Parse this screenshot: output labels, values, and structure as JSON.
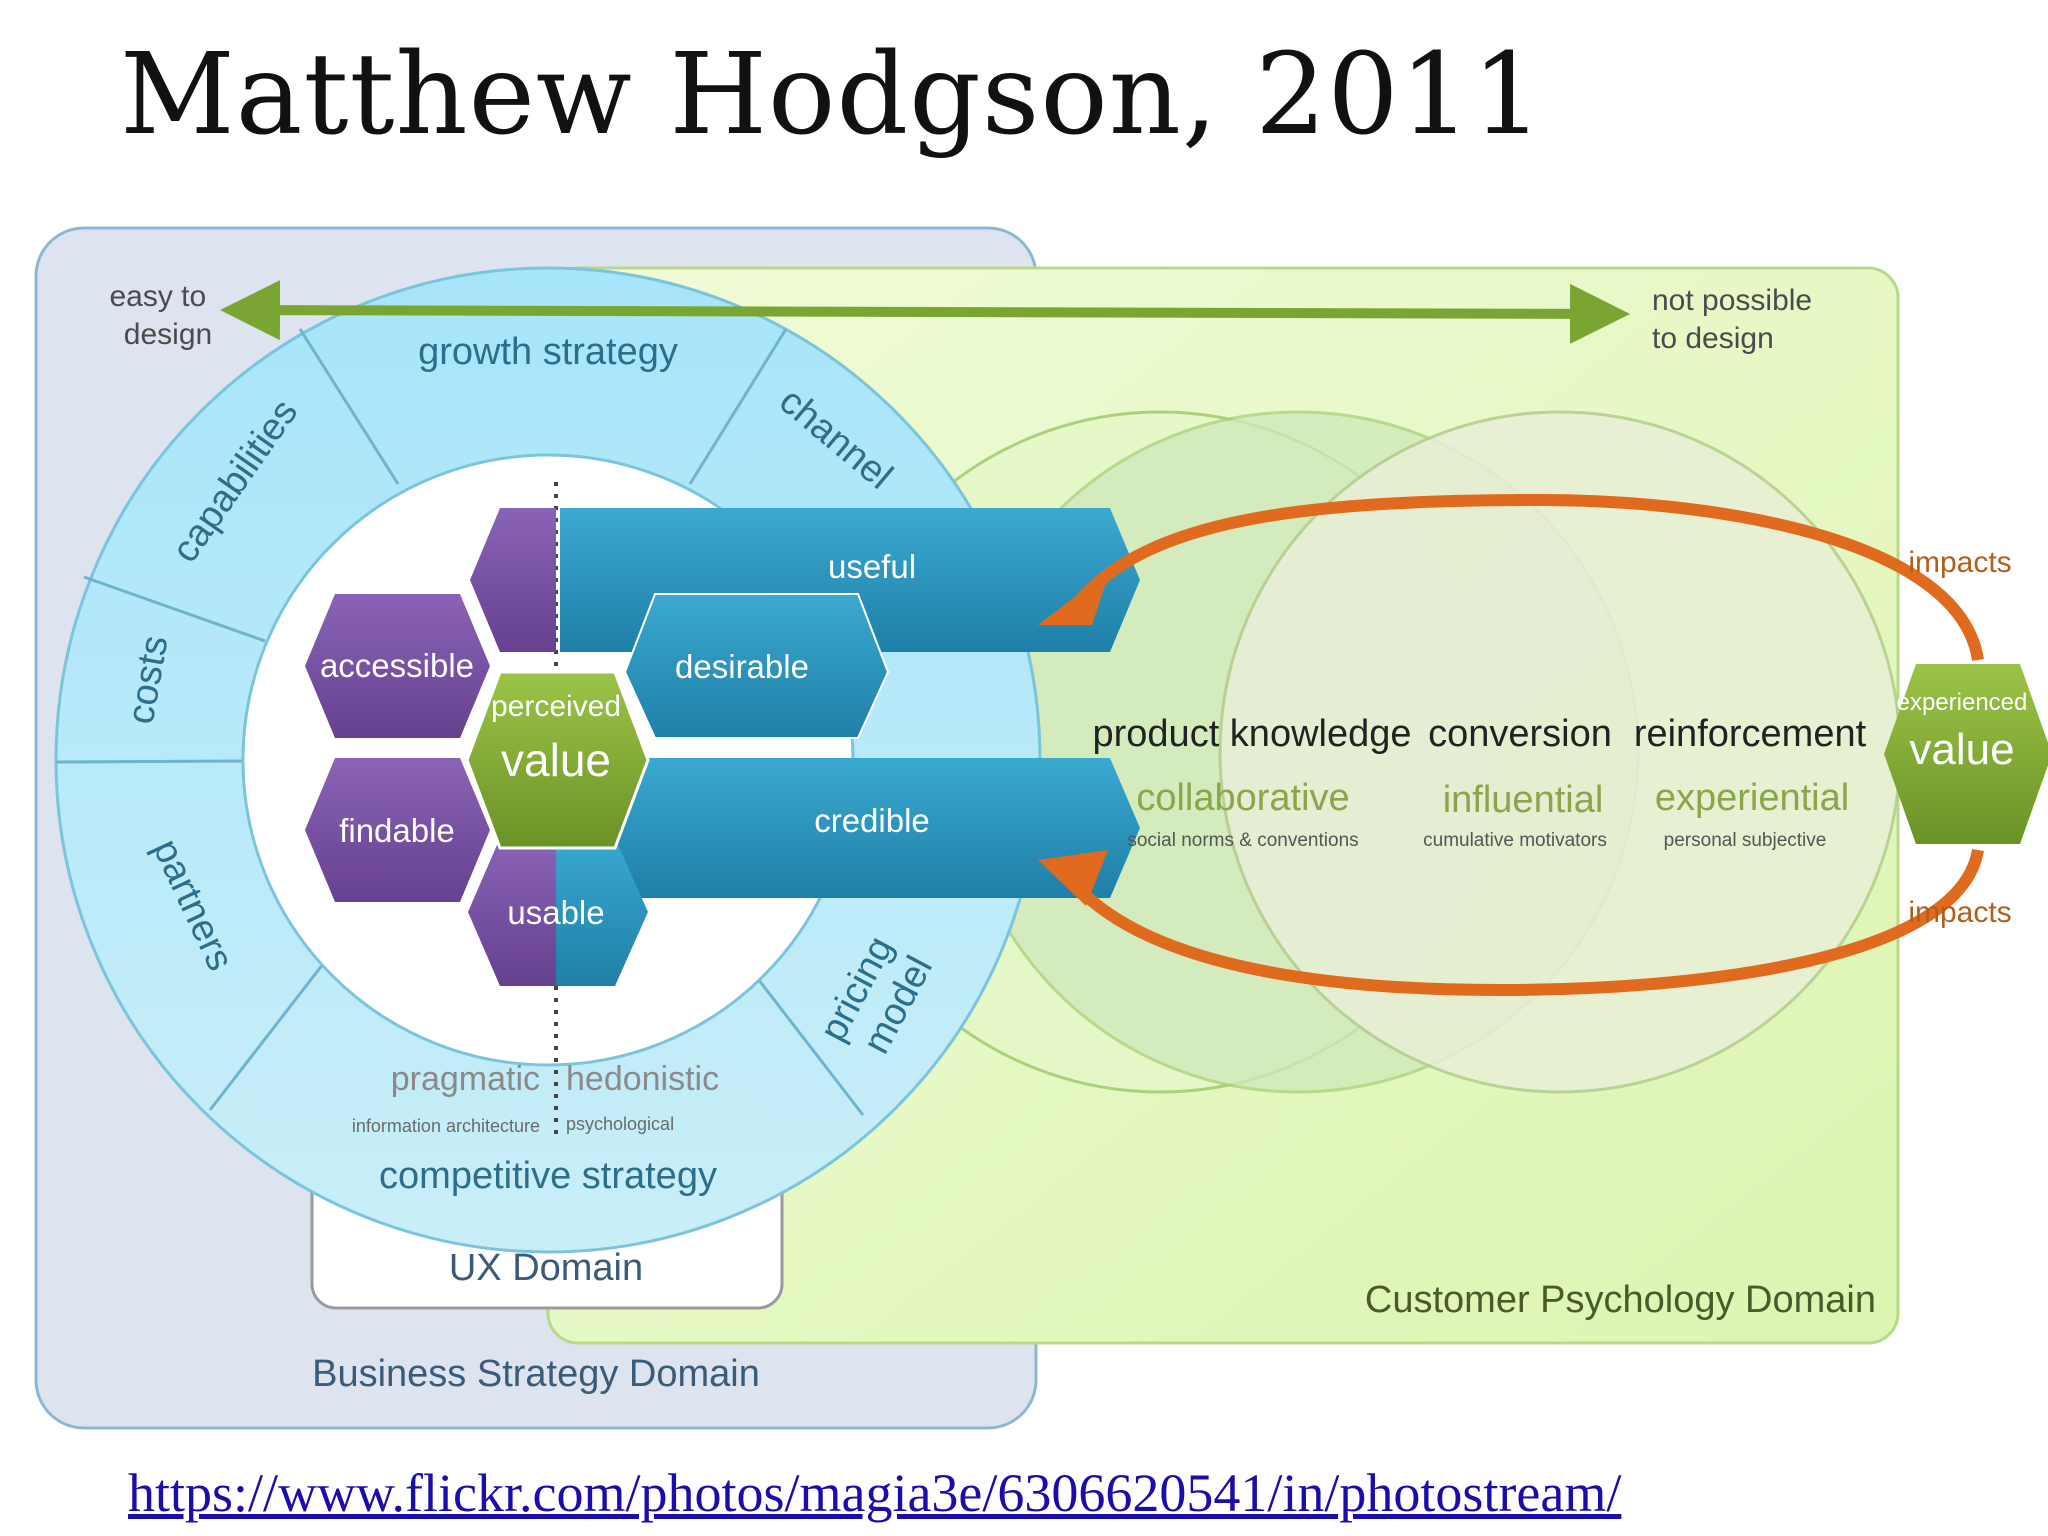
{
  "title": "Matthew Hodgson, 2011",
  "source_url": "https://www.flickr.com/photos/magia3e/6306620541/in/photostream/",
  "scale": {
    "left": "easy to|design",
    "right": "not possible|to design"
  },
  "domains": {
    "business": "Business Strategy Domain",
    "customer": "Customer Psychology Domain",
    "ux": "UX Domain"
  },
  "outer_ring": {
    "top": "growth strategy",
    "capabilities": "capabilities",
    "channel": "channel",
    "costs": "costs",
    "partners": "partners",
    "pricing": "pricing|model",
    "bottom": "competitive strategy"
  },
  "hexagons": {
    "accessible": "accessible",
    "findable": "findable",
    "usable": "usable",
    "desirable": "desirable",
    "perceived": "perceived",
    "value": "value"
  },
  "bands": {
    "useful": "useful",
    "credible": "credible"
  },
  "pragmatic": {
    "label": "pragmatic",
    "sub": "information architecture"
  },
  "hedonistic": {
    "label": "hedonistic",
    "sub": "psychological"
  },
  "stages": [
    {
      "title": "product knowledge",
      "type": "collaborative",
      "sub": "social norms & conventions"
    },
    {
      "title": "conversion",
      "type": "influential",
      "sub": "cumulative motivators"
    },
    {
      "title": "reinforcement",
      "type": "experiential",
      "sub": "personal subjective"
    }
  ],
  "experienced": {
    "label": "experienced",
    "value": "value"
  },
  "impacts": {
    "top": "impacts",
    "bottom": "impacts"
  },
  "colors": {
    "business_bg": "#dde4ef",
    "customer_bg": "#e4f7c4",
    "ring": "#b5e6f7",
    "purple": "#7d5aa8",
    "teal": "#2b97c0",
    "green": "#7aa532",
    "orange": "#e06a1e"
  }
}
